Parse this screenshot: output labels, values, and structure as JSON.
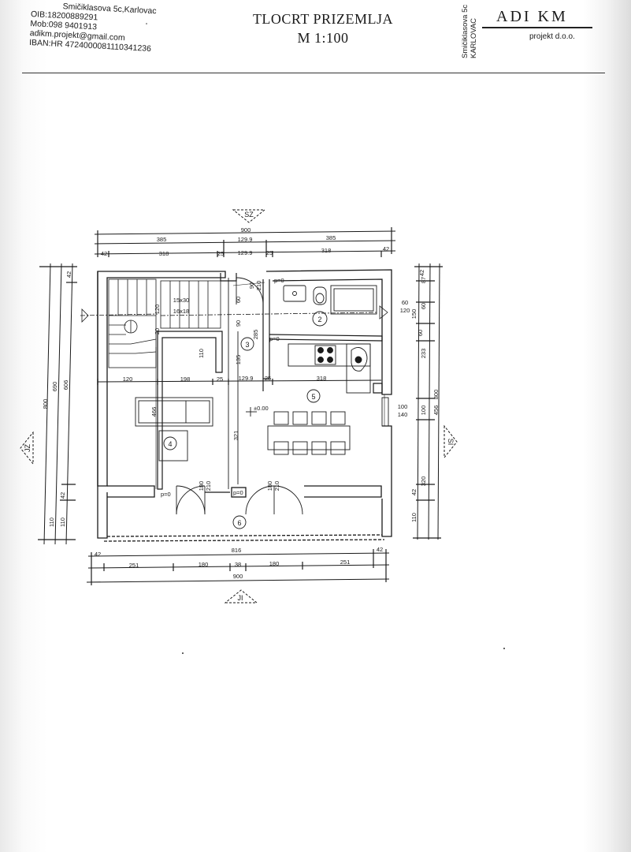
{
  "header": {
    "contact_lines": [
      "Smičiklasova 5c,Karlovac",
      "OIB:18200889291",
      "Mob:098 9401913",
      "adikm.projekt@gmail.com",
      "IBAN:HR 4724000081110341236"
    ],
    "title": "TLOCRT PRIZEMLJA",
    "scale": "M 1:100",
    "address_line1": "Smičiklasova 5c",
    "address_line2": "KARLOVAC",
    "logo_text": "ADI KM",
    "logo_sub": "projekt d.o.o."
  },
  "orientation": {
    "north": "SZ",
    "south": "JI",
    "east": "SI",
    "west": "JZ"
  },
  "rooms": [
    "2",
    "3",
    "4",
    "5",
    "6"
  ],
  "stair_labels": [
    "15x30",
    "16x18"
  ],
  "floor_level": "±0.00",
  "threshold_label": "p=0",
  "door_dims": {
    "width": "90",
    "height": "210"
  },
  "window_dims": {
    "width": "180",
    "height": "210"
  },
  "dimensions": {
    "top": {
      "total": "900",
      "halves": [
        "385",
        "129.9",
        "385"
      ],
      "detail": [
        "42",
        "318",
        "25",
        "129.9",
        "25",
        "318",
        "42"
      ]
    },
    "bottom": {
      "inner": "816",
      "right": "42",
      "detail": [
        "42",
        "251",
        "180",
        "38",
        "180",
        "251"
      ],
      "total": "900"
    },
    "left": {
      "total": "800",
      "mid": [
        "690",
        "110"
      ],
      "detail": [
        "42",
        "606",
        "42",
        "110"
      ]
    },
    "right": {
      "total": "800",
      "detail": [
        "42",
        "87",
        "60",
        "60",
        "233",
        "456",
        "100",
        "320",
        "42",
        "110"
      ],
      "window": [
        "60",
        "120"
      ],
      "door": [
        "100",
        "140"
      ]
    },
    "interior": {
      "row": [
        "120",
        "198",
        "25",
        "129.9",
        "25",
        "318"
      ],
      "hall": [
        "60",
        "90",
        "285",
        "135",
        "321"
      ],
      "stairs": [
        "120",
        "20",
        "110"
      ],
      "room4": "466",
      "wc": [
        "90",
        "210"
      ],
      "room2": "150"
    }
  }
}
